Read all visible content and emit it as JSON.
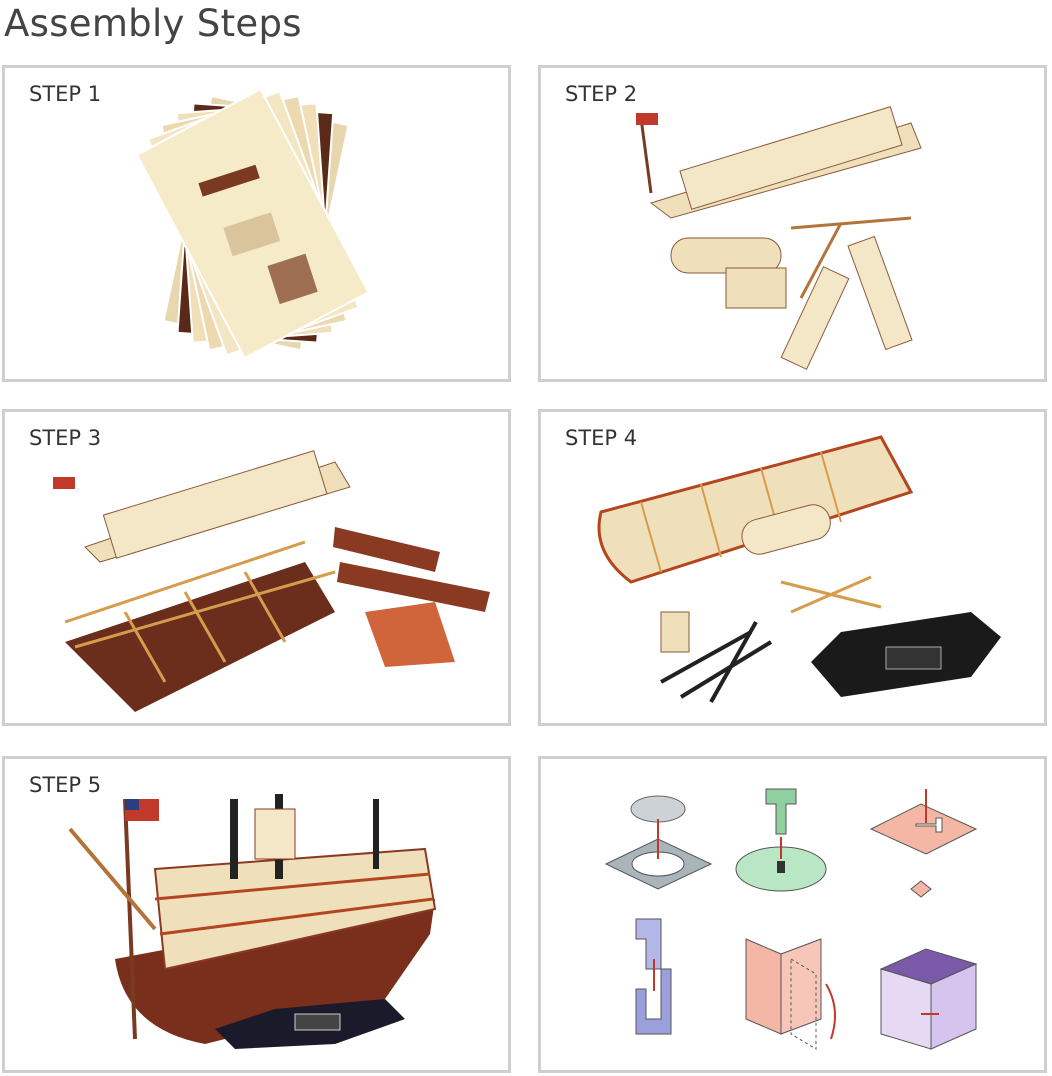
{
  "title": "Assembly Steps",
  "steps": [
    {
      "label": "STEP 1"
    },
    {
      "label": "STEP 2"
    },
    {
      "label": "STEP 3"
    },
    {
      "label": "STEP 4"
    },
    {
      "label": "STEP 5"
    }
  ],
  "colors": {
    "border": "#cfcfcf",
    "text": "#444444",
    "wood": "#efe0bb",
    "brown": "#7a3a22",
    "red": "#c0392b"
  }
}
